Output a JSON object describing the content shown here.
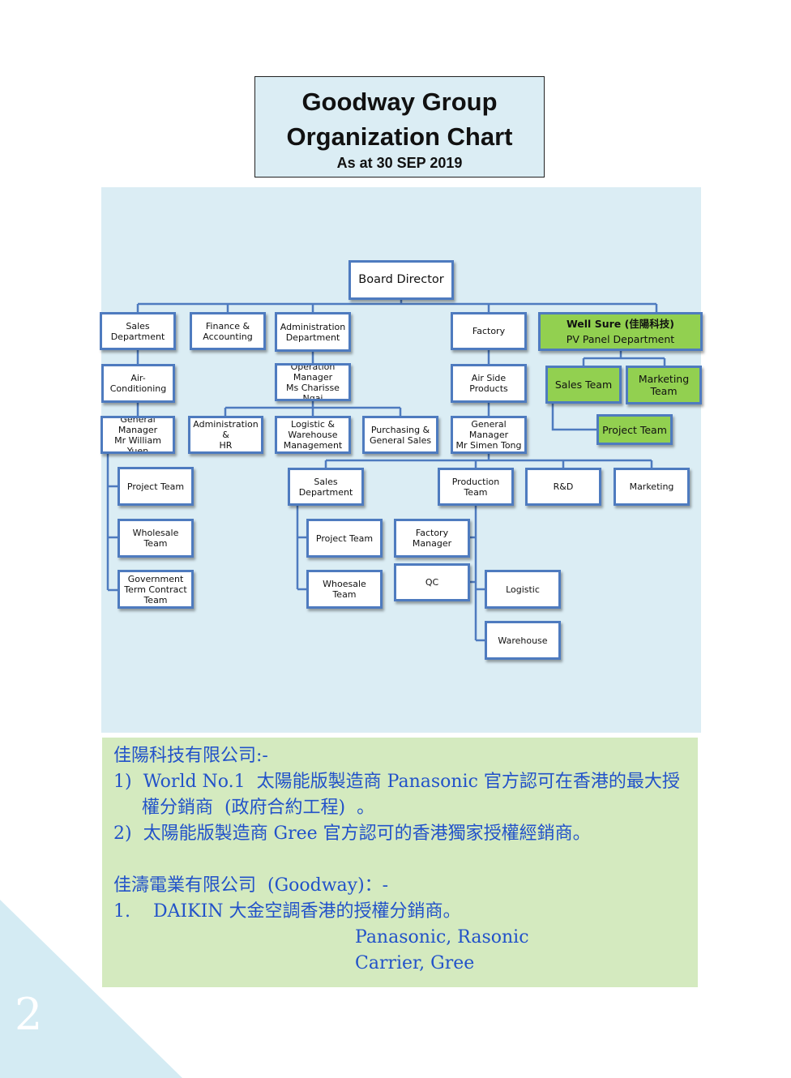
{
  "header": {
    "title_line1": "Goodway Group",
    "title_line2": "Organization Chart",
    "date": "As at 30 SEP 2019"
  },
  "org": {
    "board_director": "Board Director",
    "sales_department": "Sales\nDepartment",
    "finance": "Finance &\nAccounting",
    "admin_department": "Administration\nDepartment",
    "factory": "Factory",
    "wellsure_name": "Well Sure (佳陽科技)",
    "wellsure_dept": "PV Panel Department",
    "air_conditioning": "Air-Conditioning",
    "operation_manager": "Operation\nManager\nMs Charisse Ngai",
    "air_side_products": "Air Side Products",
    "ws_sales_team": "Sales Team",
    "ws_marketing_team": "Marketing\nTeam",
    "ws_project_team": "Project Team",
    "gm_william": "General Manager\nMr William Yuen",
    "admin_hr": "Administration &\nHR",
    "logistic_warehouse": "Logistic &\nWarehouse\nManagement",
    "purchasing": "Purchasing &\nGeneral  Sales",
    "gm_simen": "General Manager\nMr Simen Tong",
    "project_team_1": "Project  Team",
    "wholesale_team": "Wholesale Team",
    "gov_term": "Government\nTerm Contract\nTeam",
    "factory_sales_department": "Sales\nDepartment",
    "project_team_2": "Project Team",
    "whoesale_team": "Whoesale Team",
    "production_team": "Production Team",
    "rnd": "R&D",
    "marketing": "Marketing",
    "factory_manager": "Factory Manager",
    "qc": "QC",
    "logistic": "Logistic",
    "warehouse": "Warehouse"
  },
  "info": {
    "line1": "佳陽科技有限公司:-",
    "line2": "1)  World No.1  太陽能版製造商 Panasonic 官方認可在香港的最大授",
    "line3": "     權分銷商  (政府合約工程)  。",
    "line4": "2)  太陽能版製造商 Gree 官方認可的香港獨家授權經銷商。",
    "line5": "佳濤電業有限公司  (Goodway)：-",
    "line6": "1.    DAIKIN 大金空調香港的授權分銷商。",
    "line7": "Panasonic, Rasonic",
    "line8": "Carrier, Gree"
  },
  "page": {
    "number": "2"
  },
  "colors": {
    "node_border": "#4e7bbf",
    "panel_bg": "#dbedf4",
    "green_node": "#92d050",
    "info_bg": "#d4eabf",
    "info_text": "#2252c9",
    "corner_triangle": "#d4ebf3"
  }
}
